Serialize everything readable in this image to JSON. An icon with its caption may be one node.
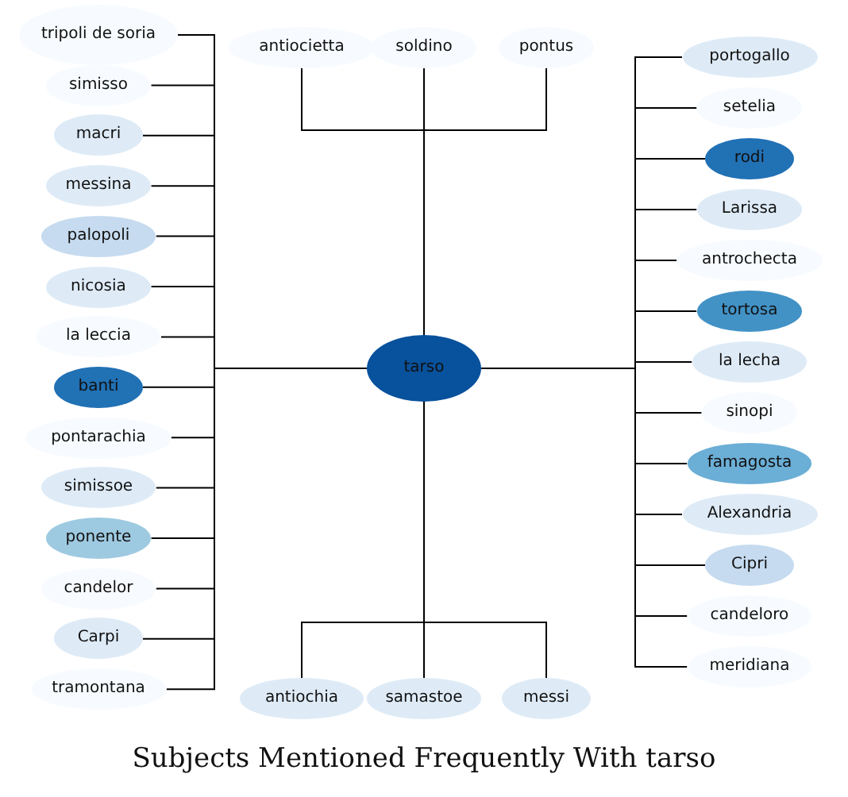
{
  "diagram": {
    "title": "Subjects Mentioned Frequently With tarso",
    "nodes": [
      {
        "text": [
          "soldino"
        ]
      },
      {
        "text": [
          "antiocietta"
        ]
      },
      {
        "text": [
          "pontus"
        ]
      },
      {
        "text": [
          "simisso"
        ]
      },
      {
        "text": [
          "macri"
        ]
      },
      {
        "text": [
          "setelia"
        ]
      },
      {
        "text": [
          "tripoli de soria"
        ]
      },
      {
        "text": [
          "portogallo"
        ]
      },
      {
        "text": [
          "Larissa"
        ]
      },
      {
        "text": [
          "messina"
        ]
      },
      {
        "text": [
          "palopoli"
        ]
      },
      {
        "text": [
          "antrochecta"
        ]
      },
      {
        "text": [
          "rodi"
        ]
      },
      {
        "text": [
          "tortosa"
        ]
      },
      {
        "text": [
          "nicosia"
        ]
      },
      {
        "text": [
          "la leccia"
        ]
      },
      {
        "text": [
          "la lecha"
        ]
      },
      {
        "text": [
          "banti"
        ]
      },
      {
        "text": [
          "tarso"
        ]
      },
      {
        "text": [
          "sinopi"
        ]
      },
      {
        "text": [
          "pontarachia"
        ]
      },
      {
        "text": [
          "famagosta"
        ]
      },
      {
        "text": [
          "Alexandria"
        ]
      },
      {
        "text": [
          "simissoe"
        ]
      },
      {
        "text": [
          "ponente"
        ]
      },
      {
        "text": [
          "Cipri"
        ]
      },
      {
        "text": [
          "candeloro"
        ]
      },
      {
        "text": [
          "candelor"
        ]
      },
      {
        "text": [
          "Carpi"
        ]
      },
      {
        "text": [
          "meridiana"
        ]
      },
      {
        "text": [
          "samastoe"
        ]
      },
      {
        "text": [
          "tramontana"
        ]
      },
      {
        "text": [
          "antiochia"
        ]
      },
      {
        "text": [
          "messi"
        ]
      }
    ],
    "edges": [
      {
        "from": 18,
        "to": 0,
        "arrow": "none"
      },
      {
        "from": 18,
        "to": 1,
        "arrow": "none"
      },
      {
        "from": 18,
        "to": 2,
        "arrow": "none"
      },
      {
        "from": 18,
        "to": 3,
        "arrow": "none"
      },
      {
        "from": 18,
        "to": 4,
        "arrow": "none"
      },
      {
        "from": 18,
        "to": 5,
        "arrow": "none"
      },
      {
        "from": 18,
        "to": 6,
        "arrow": "none"
      },
      {
        "from": 18,
        "to": 7,
        "arrow": "none"
      },
      {
        "from": 18,
        "to": 8,
        "arrow": "none"
      },
      {
        "from": 18,
        "to": 9,
        "arrow": "none"
      },
      {
        "from": 18,
        "to": 10,
        "arrow": "none"
      },
      {
        "from": 18,
        "to": 11,
        "arrow": "none"
      },
      {
        "from": 18,
        "to": 12,
        "arrow": "none"
      },
      {
        "from": 18,
        "to": 13,
        "arrow": "none"
      },
      {
        "from": 18,
        "to": 14,
        "arrow": "none"
      },
      {
        "from": 18,
        "to": 15,
        "arrow": "none"
      },
      {
        "from": 18,
        "to": 16,
        "arrow": "none"
      },
      {
        "from": 18,
        "to": 17,
        "arrow": "none"
      },
      {
        "from": 18,
        "to": 19,
        "arrow": "none"
      },
      {
        "from": 18,
        "to": 20,
        "arrow": "none"
      },
      {
        "from": 18,
        "to": 21,
        "arrow": "none"
      },
      {
        "from": 18,
        "to": 22,
        "arrow": "none"
      },
      {
        "from": 18,
        "to": 23,
        "arrow": "none"
      },
      {
        "from": 18,
        "to": 24,
        "arrow": "none"
      },
      {
        "from": 18,
        "to": 25,
        "arrow": "none"
      },
      {
        "from": 18,
        "to": 26,
        "arrow": "none"
      },
      {
        "from": 18,
        "to": 27,
        "arrow": "none"
      },
      {
        "from": 18,
        "to": 28,
        "arrow": "none"
      },
      {
        "from": 18,
        "to": 29,
        "arrow": "none"
      },
      {
        "from": 18,
        "to": 30,
        "arrow": "none"
      },
      {
        "from": 18,
        "to": 31,
        "arrow": "none"
      },
      {
        "from": 18,
        "to": 32,
        "arrow": "none"
      },
      {
        "from": 18,
        "to": 33,
        "arrow": "none"
      }
    ]
  }
}
